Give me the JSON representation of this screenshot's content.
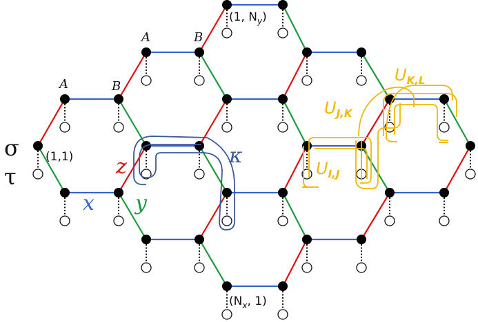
{
  "colors": {
    "x_bond": "#3366cc",
    "y_bond": "#1a9c3e",
    "z_bond": "#dd1111",
    "loop": "#3a5a99",
    "plaquette": "#f0b800",
    "node_fill": "#000000",
    "tau_fill": "#ffffff"
  },
  "labels": {
    "sigma": "σ",
    "tau": "τ",
    "site_1_1": "(1,1)",
    "site_1_Ny": "(1, N",
    "site_1_Ny_sub": "y",
    "site_Nx_1": "(N",
    "site_Nx_1_sub": "x",
    "site_Nx_1_tail": ", 1)",
    "A1": "A",
    "B1": "B",
    "A2": "A",
    "B2": "B",
    "x": "x",
    "y": "y",
    "z": "z",
    "kappa": "κ"
  },
  "plaquette_labels": {
    "IJ": {
      "main": "U",
      "sub": "I,J"
    },
    "JK": {
      "main": "U",
      "sub": "J,K"
    },
    "KL": {
      "main": "U",
      "sub": "K,L"
    }
  }
}
